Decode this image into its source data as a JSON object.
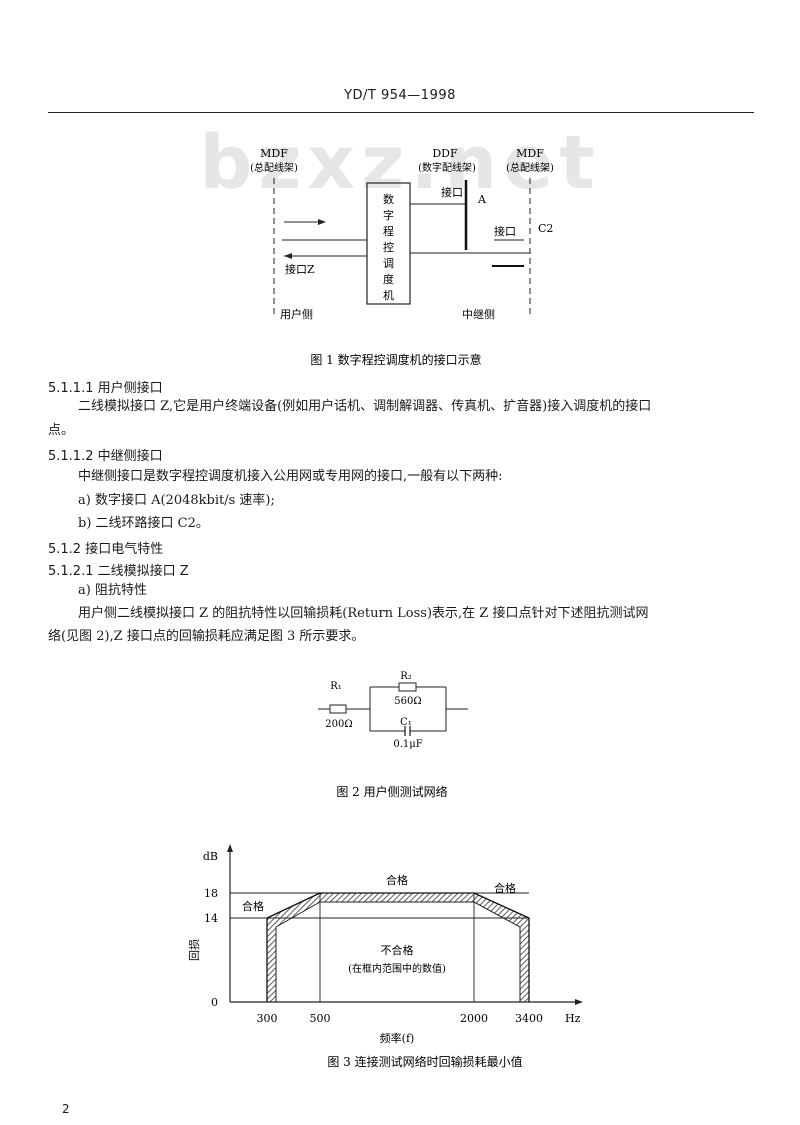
{
  "header": {
    "standard_no": "YD/T 954—1998"
  },
  "watermark": {
    "text": "bzxz.net"
  },
  "figure1": {
    "mdf_left": "MDF",
    "mdf_left_sub": "(总配线架)",
    "ddf": "DDF",
    "ddf_sub": "(数字配线架)",
    "mdf_right": "MDF",
    "mdf_right_sub": "(总配线架)",
    "box_label": "数字程控调度机",
    "interface_a": "接口",
    "a_label": "A",
    "interface_c2": "接口",
    "c2_label": "C2",
    "interface_z": "接口Z",
    "user_side": "用户侧",
    "trunk_side": "中继侧",
    "caption": "图 1  数字程控调度机的接口示意"
  },
  "body": {
    "s5111_title": "5.1.1.1  用户侧接口",
    "s5111_text1": "二线模拟接口 Z,它是用户终端设备(例如用户话机、调制解调器、传真机、扩音器)接入调度机的接口",
    "s5111_text2": "点。",
    "s5112_title": "5.1.1.2  中继侧接口",
    "s5112_text": "中继侧接口是数字程控调度机接入公用网或专用网的接口,一般有以下两种:",
    "item_a": "a) 数字接口 A(2048kbit/s 速率);",
    "item_b": "b) 二线环路接口 C2。",
    "s512_title": "5.1.2  接口电气特性",
    "s5121_title": "5.1.2.1  二线模拟接口 Z",
    "sub_a": "a)  阻抗特性",
    "para1": "用户侧二线模拟接口 Z 的阻抗特性以回输损耗(Return Loss)表示,在 Z 接口点针对下述阻抗测试网",
    "para2": "络(见图 2),Z 接口点的回输损耗应满足图 3 所示要求。"
  },
  "figure2": {
    "r1": "R₁",
    "r1_value": "200Ω",
    "r2": "R₂",
    "r2_value": "560Ω",
    "c1": "C₁",
    "c1_value": "0.1μF",
    "caption": "图 2  用户侧测试网络"
  },
  "figure3": {
    "caption": "图 3  连接测试网络时回输损耗最小值",
    "chart_data": {
      "type": "area",
      "y_unit": "dB",
      "x_unit": "Hz",
      "ylabel": "回损",
      "xlabel": "频率(f)",
      "y_ticks": [
        "18",
        "14",
        "0"
      ],
      "x_ticks": [
        "300",
        "500",
        "2000",
        "3400"
      ],
      "limit_mask": {
        "x_hz": [
          300,
          300,
          500,
          2000,
          3400,
          3400
        ],
        "y_db": [
          0,
          14,
          18,
          18,
          14,
          0
        ]
      },
      "region_labels": {
        "pass_top": "合格",
        "pass_left": "合格",
        "pass_right": "合格",
        "fail": "不合格",
        "fail_note": "(在框内范围中的数值)"
      }
    }
  },
  "footer": {
    "page_number": "2"
  }
}
